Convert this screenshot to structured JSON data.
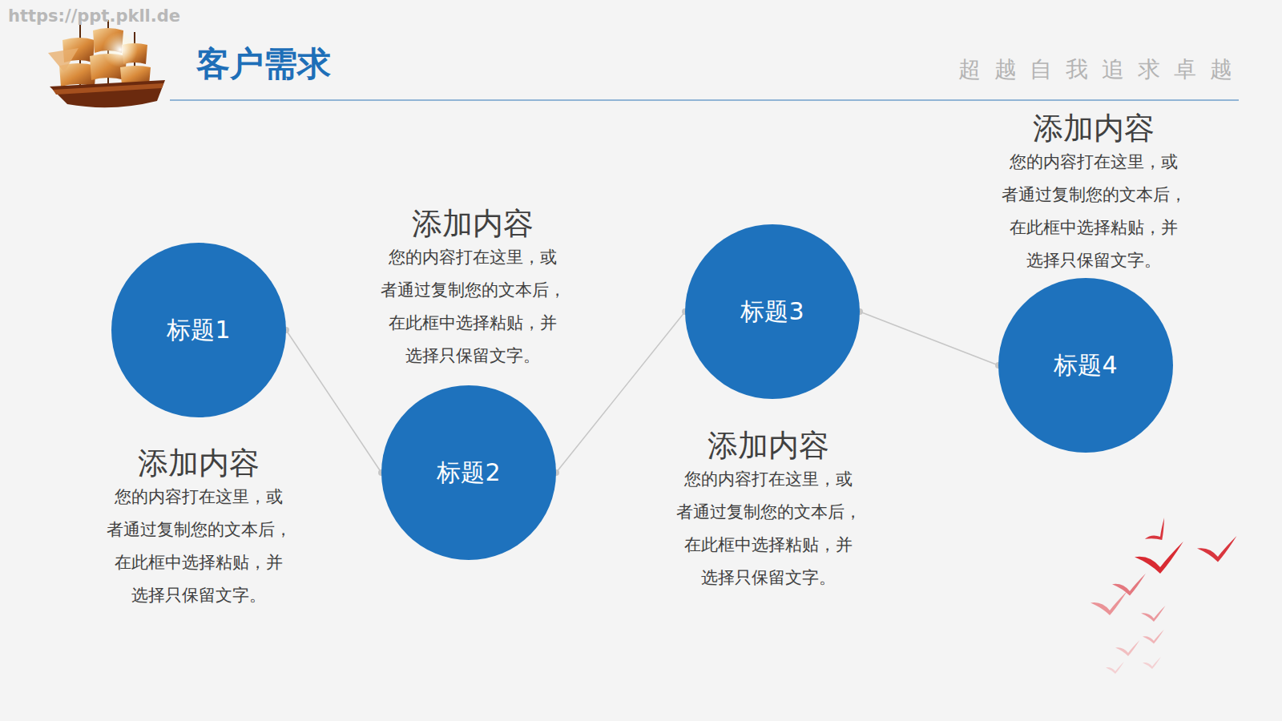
{
  "diagram": {
    "title": "客户需求",
    "nodes": [
      {
        "text": [
          "标题1",
          "添加内容",
          "您的内容打在这里，或 者通过复制您的文本后， 在此框中选择粘贴，并 选择只保留文字。"
        ]
      },
      {
        "text": [
          "标题2",
          "添加内容",
          "您的内容打在这里，或 者通过复制您的文本后， 在此框中选择粘贴，并 选择只保留文字。"
        ]
      },
      {
        "text": [
          "标题3",
          "添加内容",
          "您的内容打在这里，或 者通过复制您的文本后， 在此框中选择粘贴，并 选择只保留文字。"
        ]
      },
      {
        "text": [
          "标题4",
          "添加内容",
          "您的内容打在这里，或 者通过复制您的文本后， 在此框中选择粘贴，并 选择只保留文字。"
        ]
      }
    ],
    "edges": [
      {
        "from": 0,
        "to": 1,
        "arrow": "none"
      },
      {
        "from": 1,
        "to": 2,
        "arrow": "none"
      },
      {
        "from": 2,
        "to": 3,
        "arrow": "none"
      }
    ],
    "labels": [
      "超 越 自 我 追 求 卓 越",
      "https://ppt.pkll.de"
    ]
  }
}
